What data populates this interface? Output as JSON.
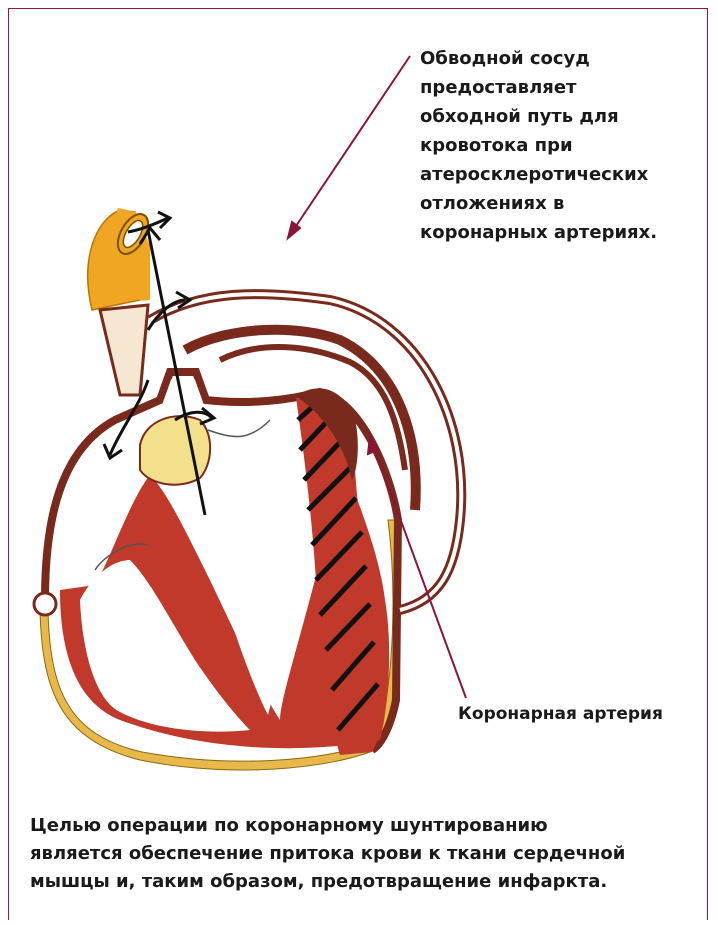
{
  "labels": {
    "bypass_vessel": [
      "Обводной сосуд",
      "предоставляет",
      "обходной путь для",
      "кровотока при",
      "атеросклеротических",
      "отложениях в",
      "коронарных артериях."
    ],
    "coronary_artery": "Коронарная артерия"
  },
  "caption": [
    "Целью операции по коронарному шунтированию",
    "является обеспечение притока крови к ткани сердечной",
    "мышцы и, таким образом, предотвращение инфаркта."
  ],
  "colors": {
    "frame": "#a0153e",
    "pointer": "#8b1538",
    "muscle": "#c0392b",
    "vessel_wall": "#7a2a1c",
    "aorta": "#f0a623",
    "valve": "#f2e08a",
    "fat_layer": "#e8b84a"
  }
}
